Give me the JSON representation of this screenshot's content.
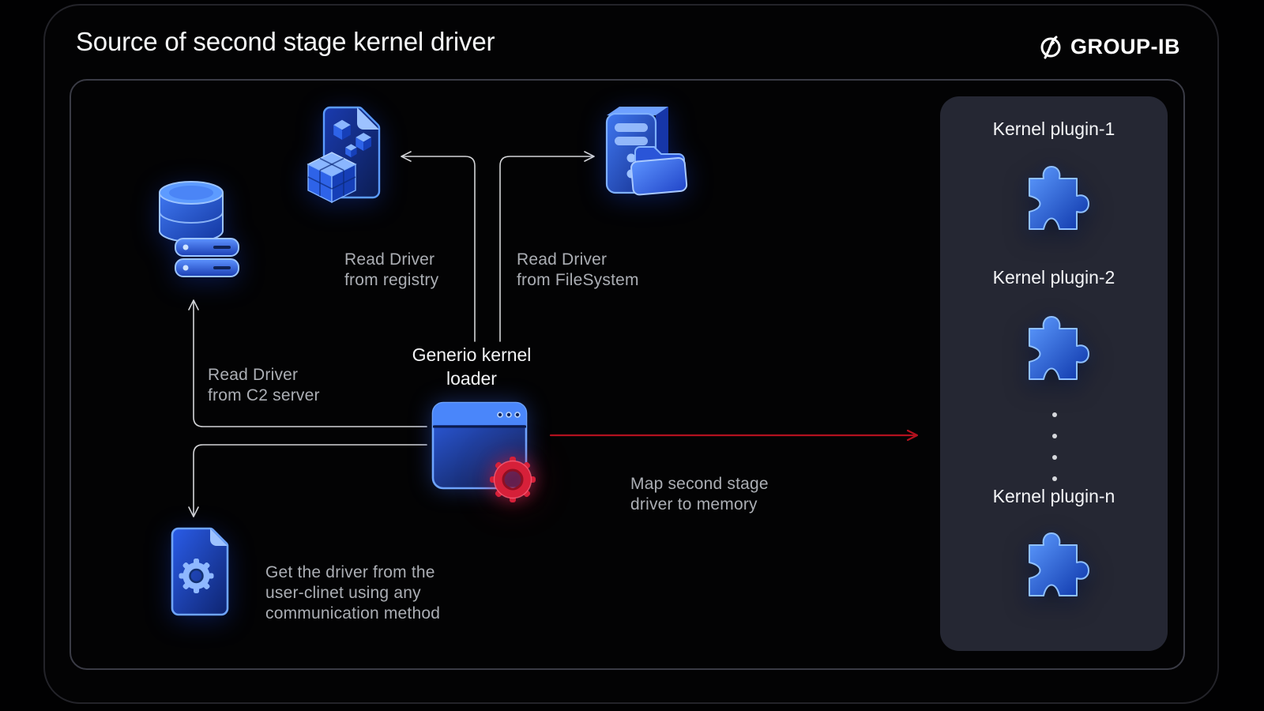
{
  "title": "Source of second stage kernel driver",
  "brand": {
    "name": "GROUP-IB",
    "logo_icon": "circle-slash-logo"
  },
  "colors": {
    "background": "#010102",
    "panel_background": "#252733",
    "icon_blue": "#2f66ea",
    "arrow_gray": "#d4d5d8",
    "arrow_red": "#b2111e",
    "label_gray": "#abaeb4",
    "text_white": "#f4f5f7"
  },
  "diagram": {
    "loader": {
      "label": "Generio kernel\nloader",
      "icon": "window-with-gear"
    },
    "edges": {
      "registry": "Read Driver\nfrom registry",
      "filesystem": "Read Driver\nfrom FileSystem",
      "c2": "Read Driver\nfrom C2 server",
      "map_memory": "Map second stage\ndriver to memory",
      "user_client": "Get the driver from the\nuser-clinet using any\ncommunication method"
    },
    "sources": [
      {
        "id": "c2-server",
        "icon": "database-icon"
      },
      {
        "id": "registry",
        "icon": "registry-file-icon"
      },
      {
        "id": "filesystem",
        "icon": "pc-folder-icon"
      },
      {
        "id": "user-client",
        "icon": "document-gear-icon"
      }
    ],
    "panel": {
      "plugins": [
        {
          "label": "Kernel plugin-1",
          "icon": "puzzle-piece-icon"
        },
        {
          "label": "Kernel plugin-2",
          "icon": "puzzle-piece-icon"
        },
        {
          "label": "Kernel plugin-n",
          "icon": "puzzle-piece-icon"
        }
      ],
      "ellipsis_dots": 4
    }
  }
}
